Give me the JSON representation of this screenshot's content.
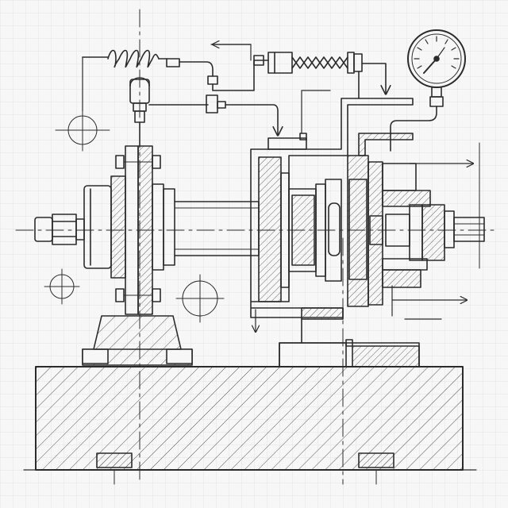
{
  "drawing": {
    "paper_color": "#f7f7f7",
    "grid_color": "#e3e3e3",
    "ink_color": "#2b2b2b",
    "hatch_color": "#4a4a4a",
    "components": [
      "base-block",
      "pedestal",
      "left-flange-assembly",
      "shaft",
      "coupling-housing",
      "right-bearing-housing",
      "output-shaft",
      "coil-spring",
      "bellows",
      "pressure-gauge",
      "sensor-valve",
      "piping",
      "center-marks",
      "flow-arrows"
    ]
  }
}
